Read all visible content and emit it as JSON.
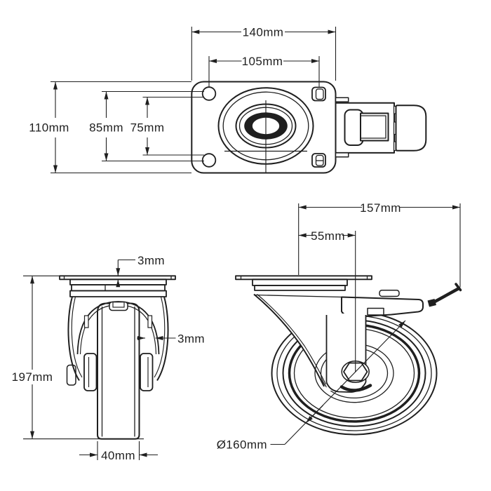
{
  "drawing": {
    "type": "caster-wheel-technical-drawing",
    "background_color": "#ffffff",
    "line_color": "#1f1f1f",
    "views": {
      "top_view": {
        "dims": {
          "overall_plate_width": "140mm",
          "bolt_hole_spacing_width": "105mm",
          "overall_plate_depth": "110mm",
          "bolt_hole_spacing_depth_outer": "85mm",
          "bolt_hole_spacing_depth_inner": "75mm"
        }
      },
      "front_view": {
        "dims": {
          "plate_thickness": "3mm",
          "fork_wall_thickness": "3mm",
          "overall_height": "197mm",
          "wheel_width": "40mm"
        }
      },
      "side_view": {
        "dims": {
          "overall_length": "157mm",
          "swivel_offset": "55mm",
          "wheel_diameter": "Ø160mm"
        }
      }
    }
  }
}
